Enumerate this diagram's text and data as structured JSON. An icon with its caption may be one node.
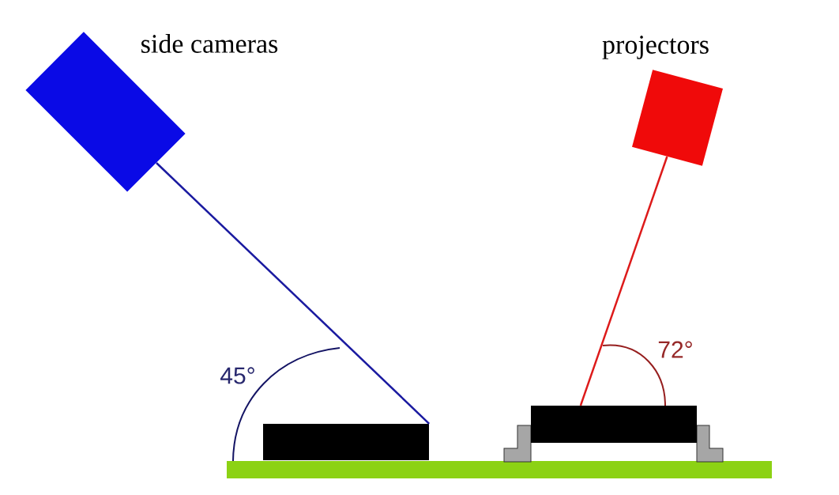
{
  "diagram": {
    "nodes": [
      {
        "text": [],
        "shape": "box",
        "beside": [
          "side cameras"
        ]
      },
      {
        "text": [],
        "shape": "box",
        "beside": [
          "projectors"
        ]
      },
      {
        "text": [],
        "shape": "box"
      },
      {
        "text": [],
        "shape": "box"
      }
    ],
    "edges": [
      {
        "from": 0,
        "to": 2,
        "arrow": "none",
        "color": "#1a1aa0"
      },
      {
        "from": 1,
        "to": 3,
        "arrow": "none",
        "color": "#dd1a1a"
      }
    ],
    "labels": [
      "45°",
      "72°"
    ]
  }
}
